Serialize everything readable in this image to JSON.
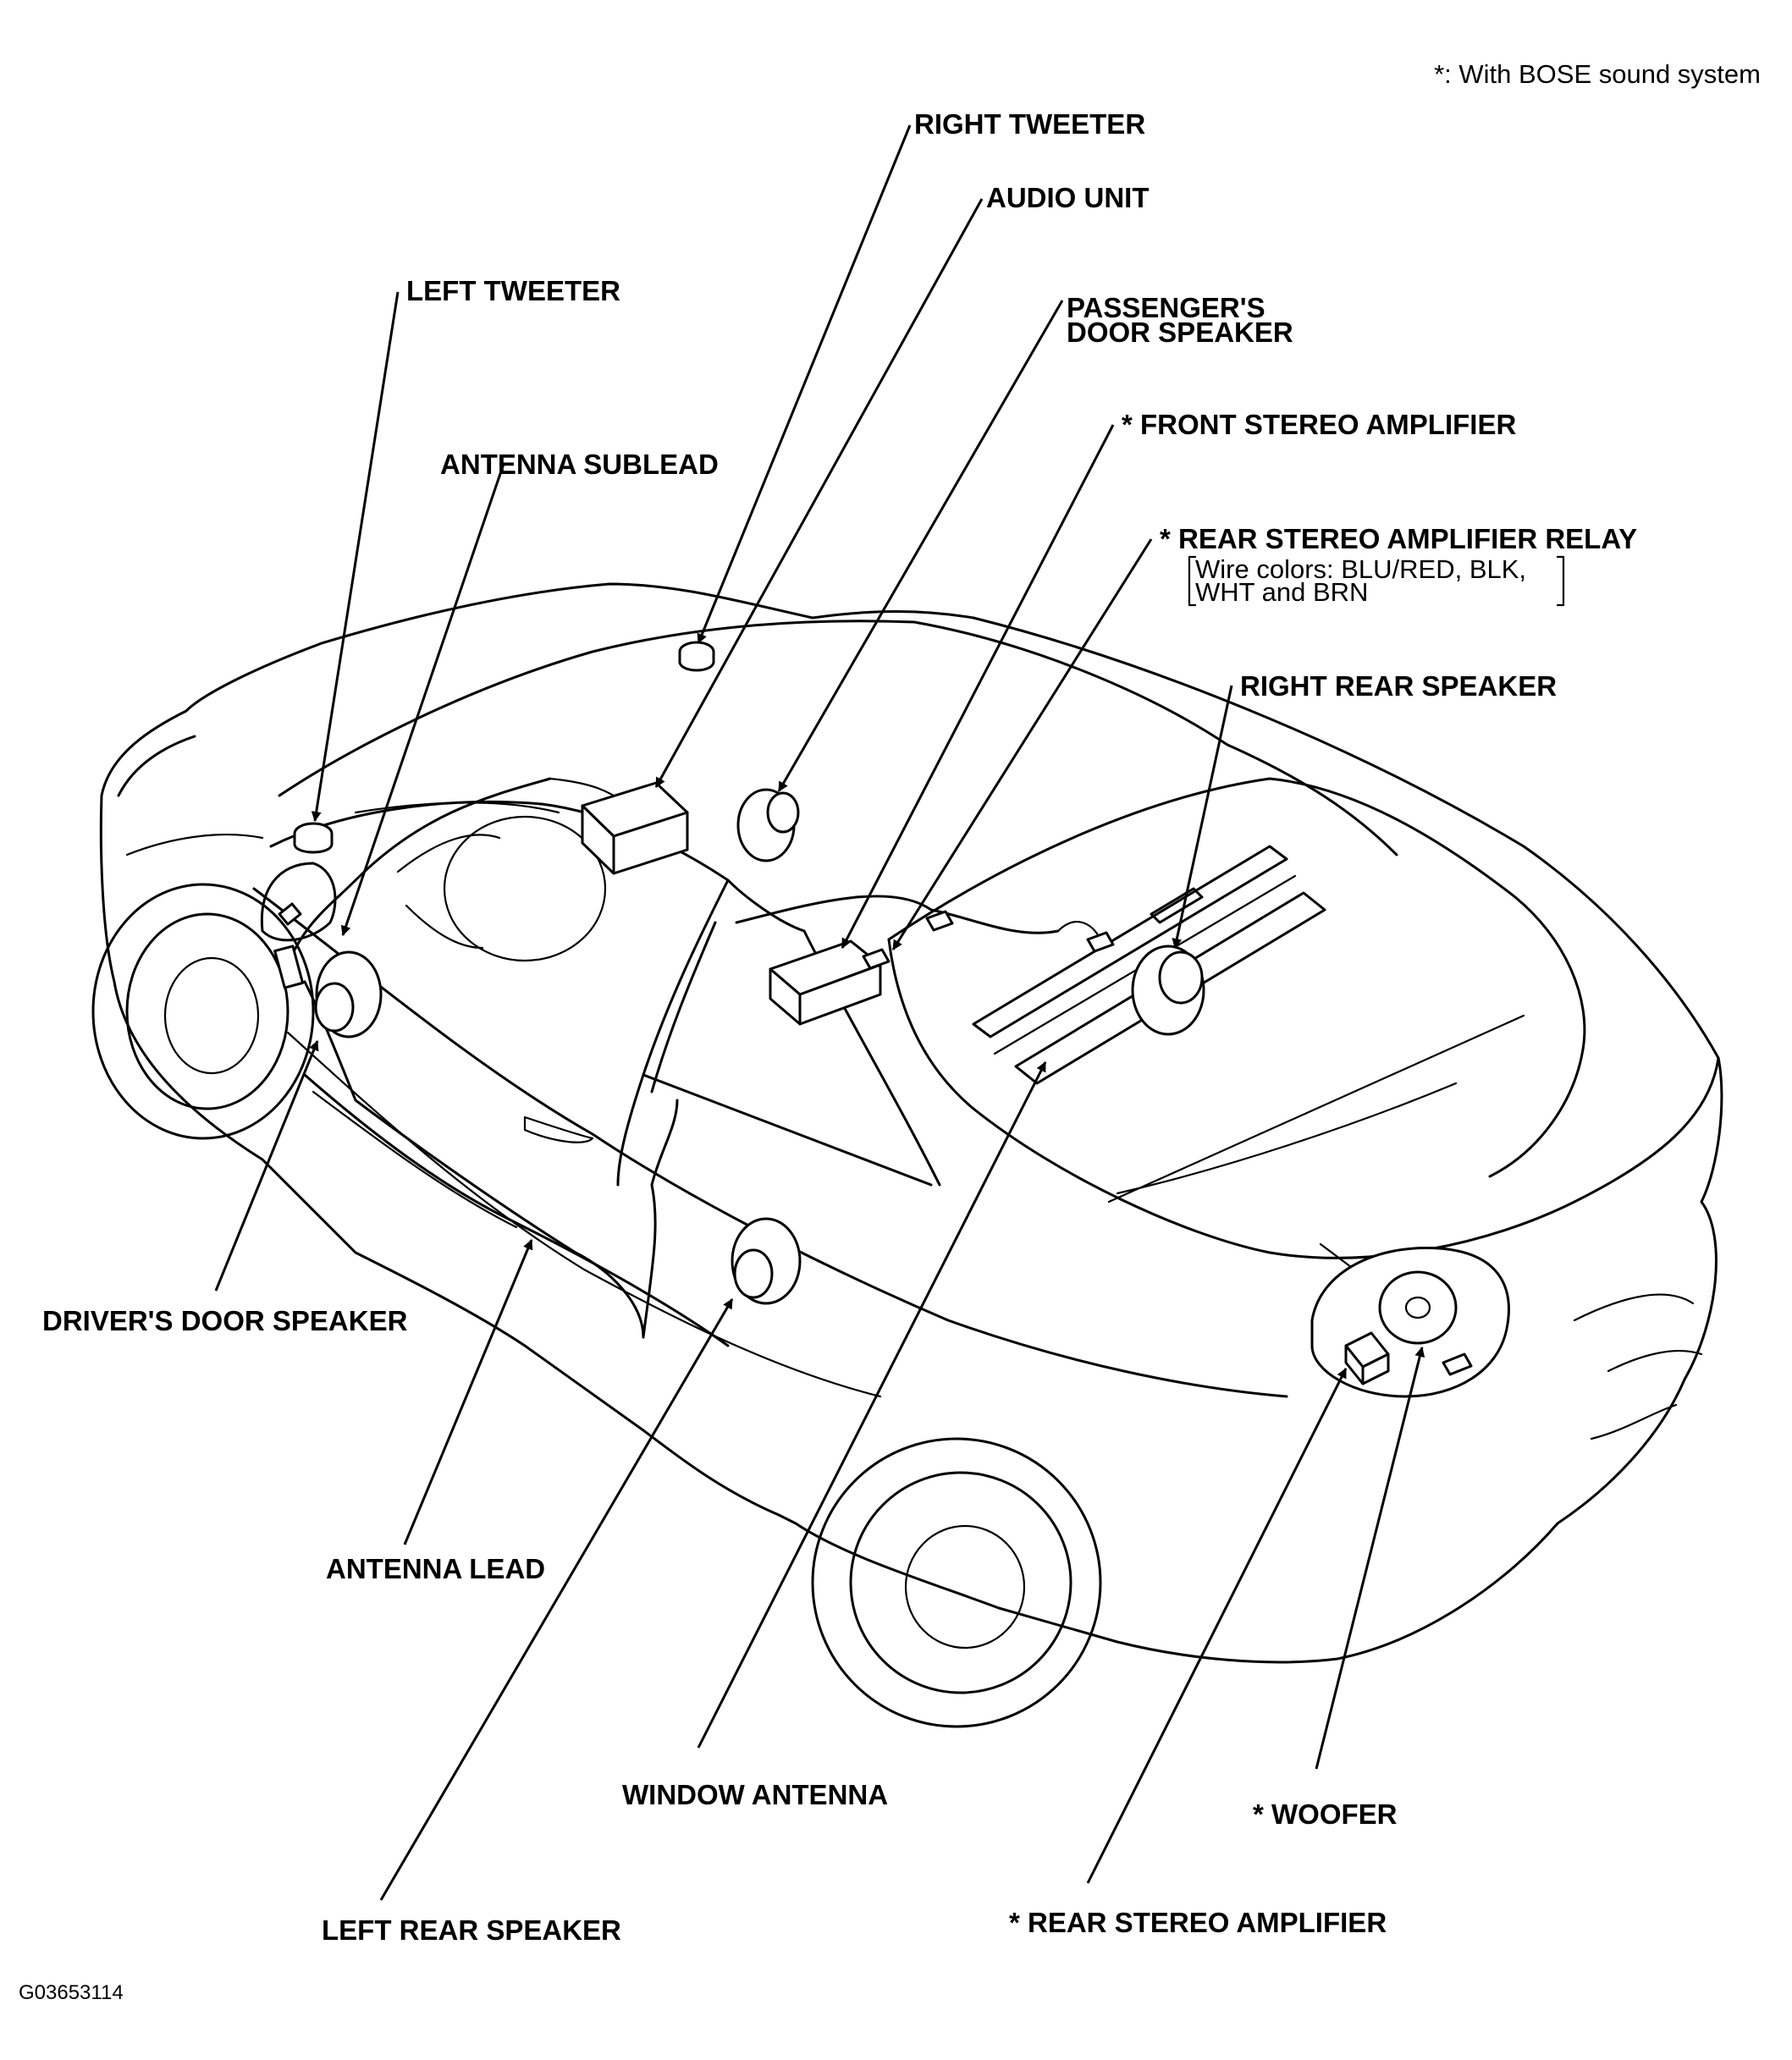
{
  "note": "*: With BOSE sound system",
  "figure_code": "G03653114",
  "labels": {
    "right_tweeter": "RIGHT TWEETER",
    "audio_unit": "AUDIO UNIT",
    "left_tweeter": "LEFT TWEETER",
    "passengers_door_speaker_1": "PASSENGER'S",
    "passengers_door_speaker_2": "DOOR SPEAKER",
    "front_stereo_amplifier": "* FRONT STEREO AMPLIFIER",
    "antenna_sublead": "ANTENNA SUBLEAD",
    "rear_amp_relay": "* REAR STEREO AMPLIFIER RELAY",
    "wire_colors_1": "Wire colors: BLU/RED, BLK,",
    "wire_colors_2": "WHT and BRN",
    "right_rear_speaker": "RIGHT REAR SPEAKER",
    "drivers_door_speaker": "DRIVER'S DOOR SPEAKER",
    "antenna_lead": "ANTENNA LEAD",
    "window_antenna": "WINDOW ANTENNA",
    "woofer": "* WOOFER",
    "left_rear_speaker": "LEFT REAR SPEAKER",
    "rear_stereo_amplifier": "* REAR STEREO AMPLIFIER"
  }
}
